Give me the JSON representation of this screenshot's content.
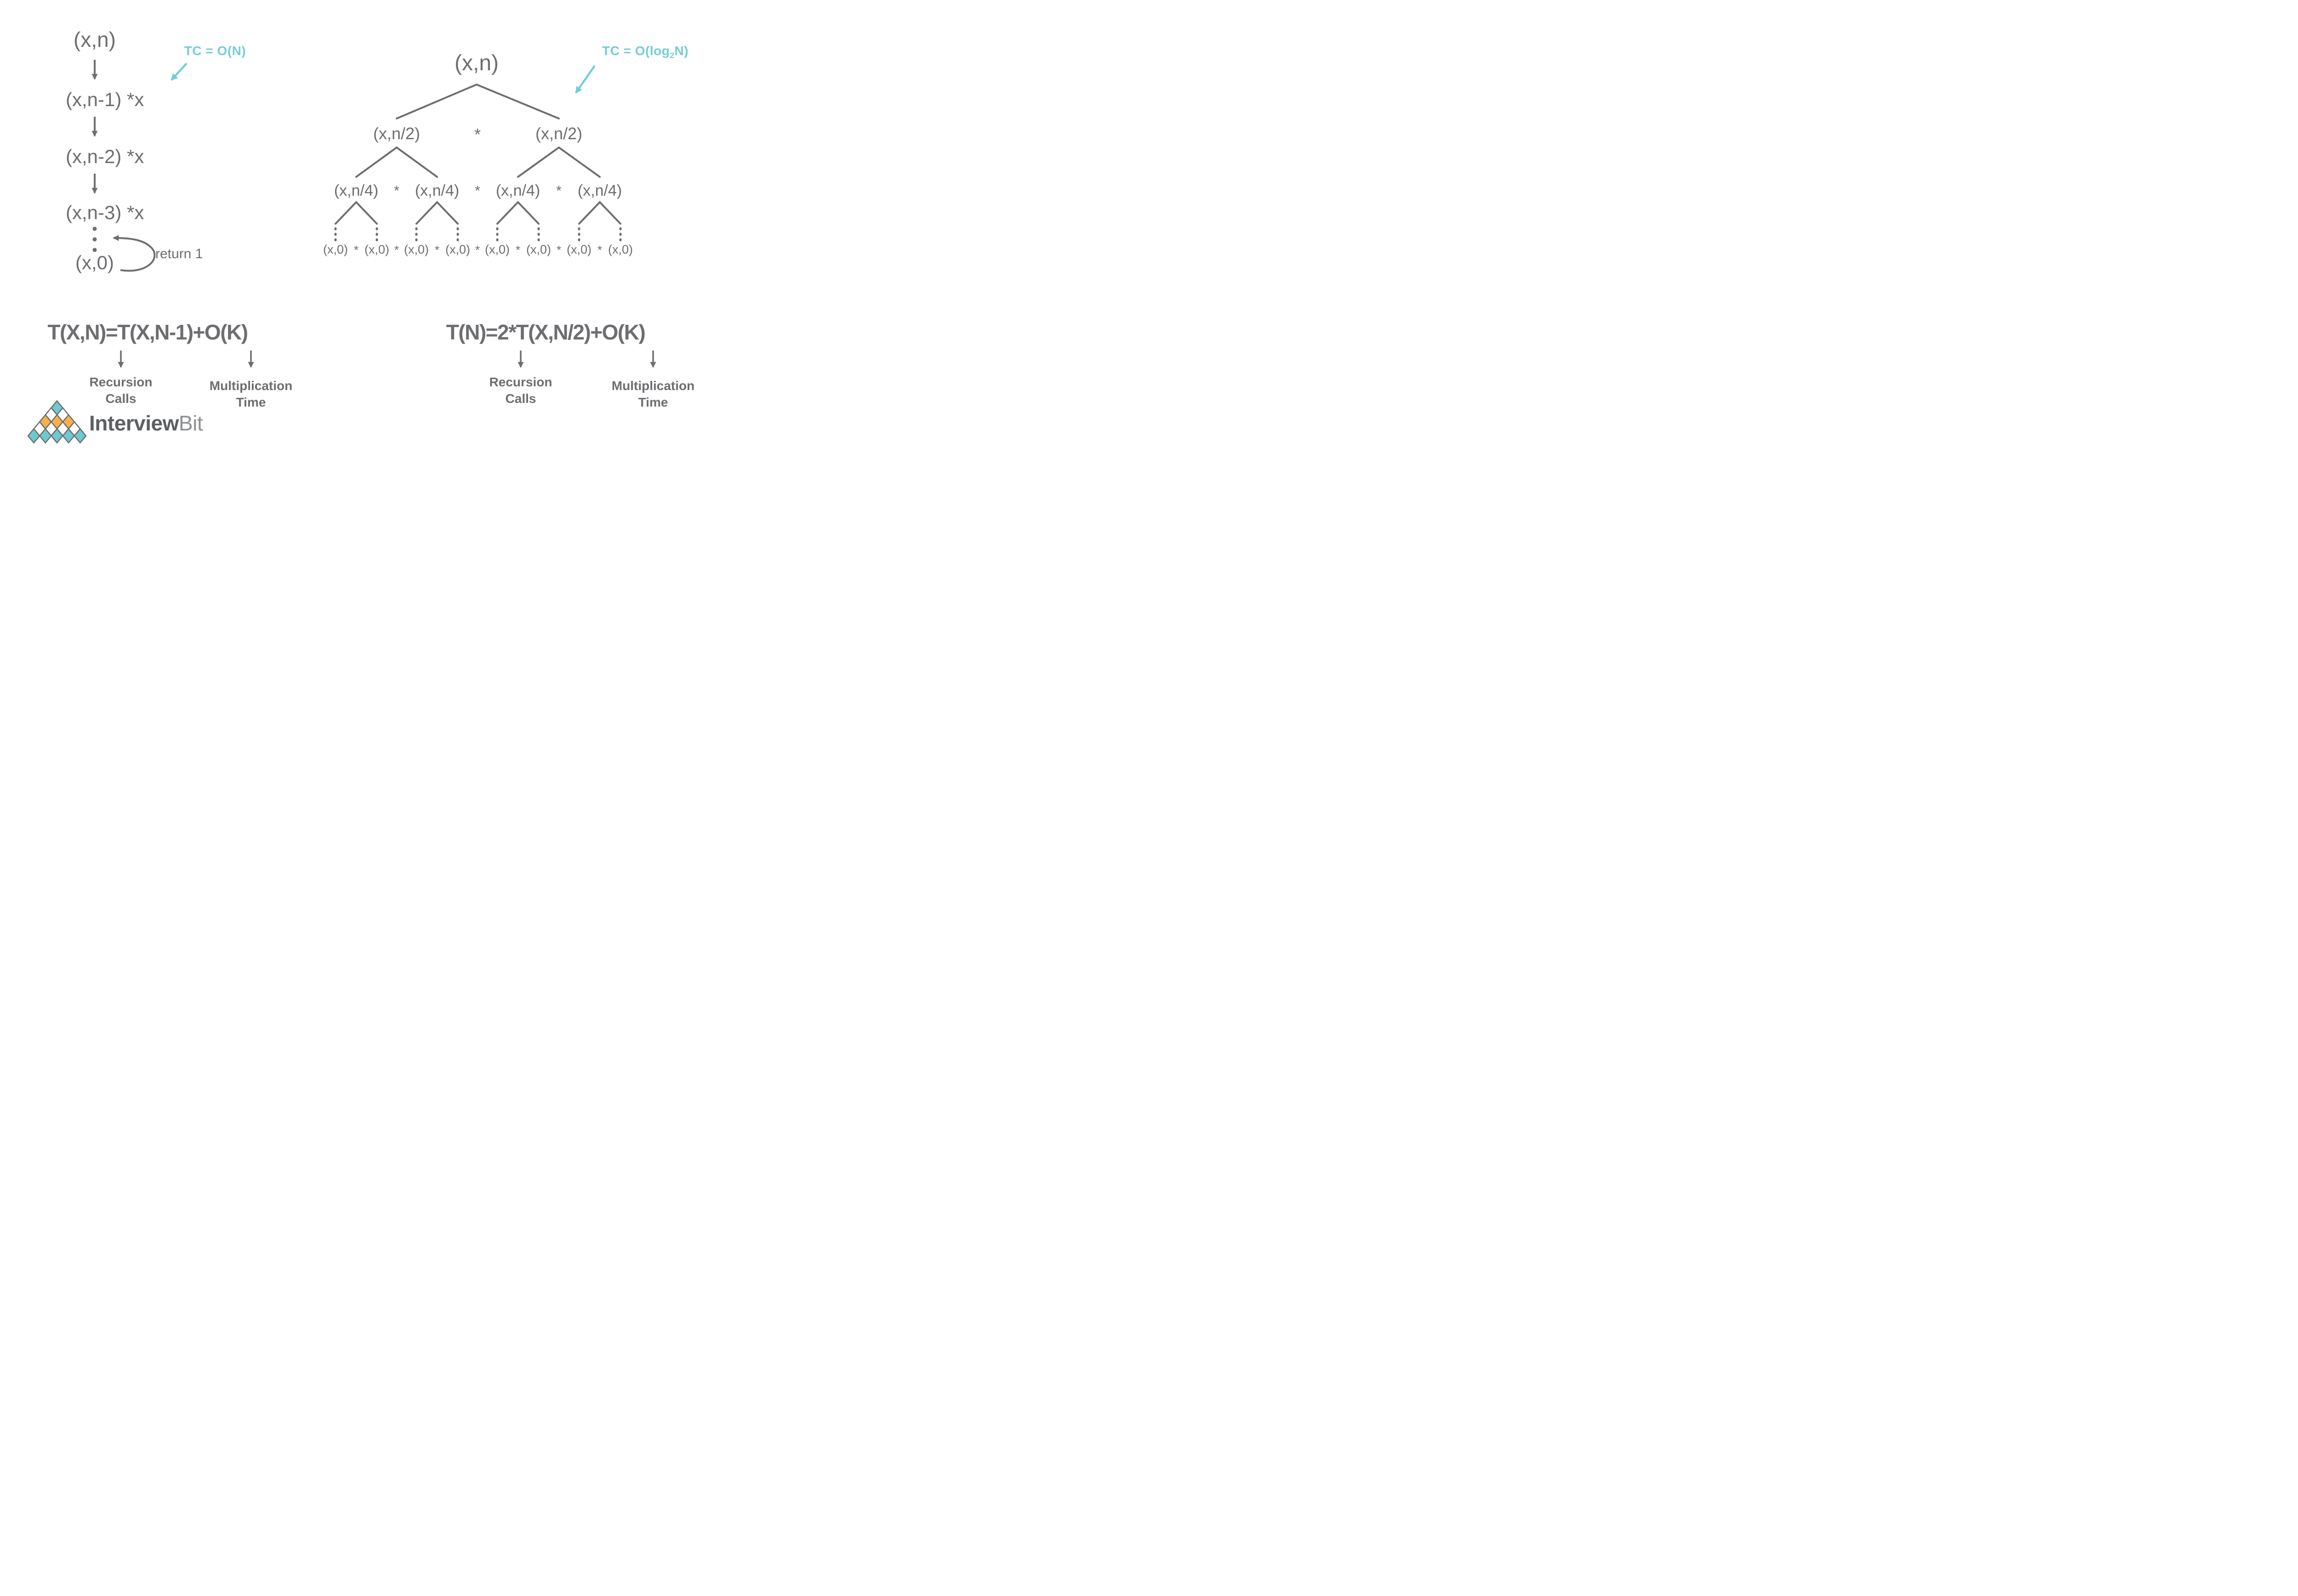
{
  "colors": {
    "text_gray": "#6d6e71",
    "line_gray": "#6d6e71",
    "teal_accent": "#74cdd5",
    "logo_teal": "#6ec9d1",
    "logo_orange": "#f9b04a",
    "logo_outline": "#6b6c6e",
    "logo_text_primary": "#5d5f62",
    "logo_text_secondary": "#8e9093"
  },
  "left_diagram": {
    "tc_label": "TC = O(N)",
    "node_root": "(x,n)",
    "node_1": "(x,n-1) *x",
    "node_2": "(x,n-2) *x",
    "node_3": "(x,n-3) *x",
    "node_base": "(x,0)",
    "return_label": "return 1",
    "formula": "T(X,N)=T(X,N-1)+O(K)",
    "recursion_line1": "Recursion",
    "recursion_line2": "Calls",
    "multiplication_line1": "Multiplication",
    "multiplication_line2": "Time"
  },
  "right_diagram": {
    "tc_prefix": "TC = O(log",
    "tc_subscript": "2",
    "tc_suffix": "N)",
    "node_root": "(x,n)",
    "node_half": "(x,n/2)",
    "node_quarter": "(x,n/4)",
    "node_leaf": "(x,0)",
    "star": "*",
    "formula": "T(N)=2*T(X,N/2)+O(K)",
    "recursion_line1": "Recursion",
    "recursion_line2": "Calls",
    "multiplication_line1": "Multiplication",
    "multiplication_line2": "Time"
  },
  "logo": {
    "brand_primary": "Interview",
    "brand_secondary": "Bit"
  }
}
